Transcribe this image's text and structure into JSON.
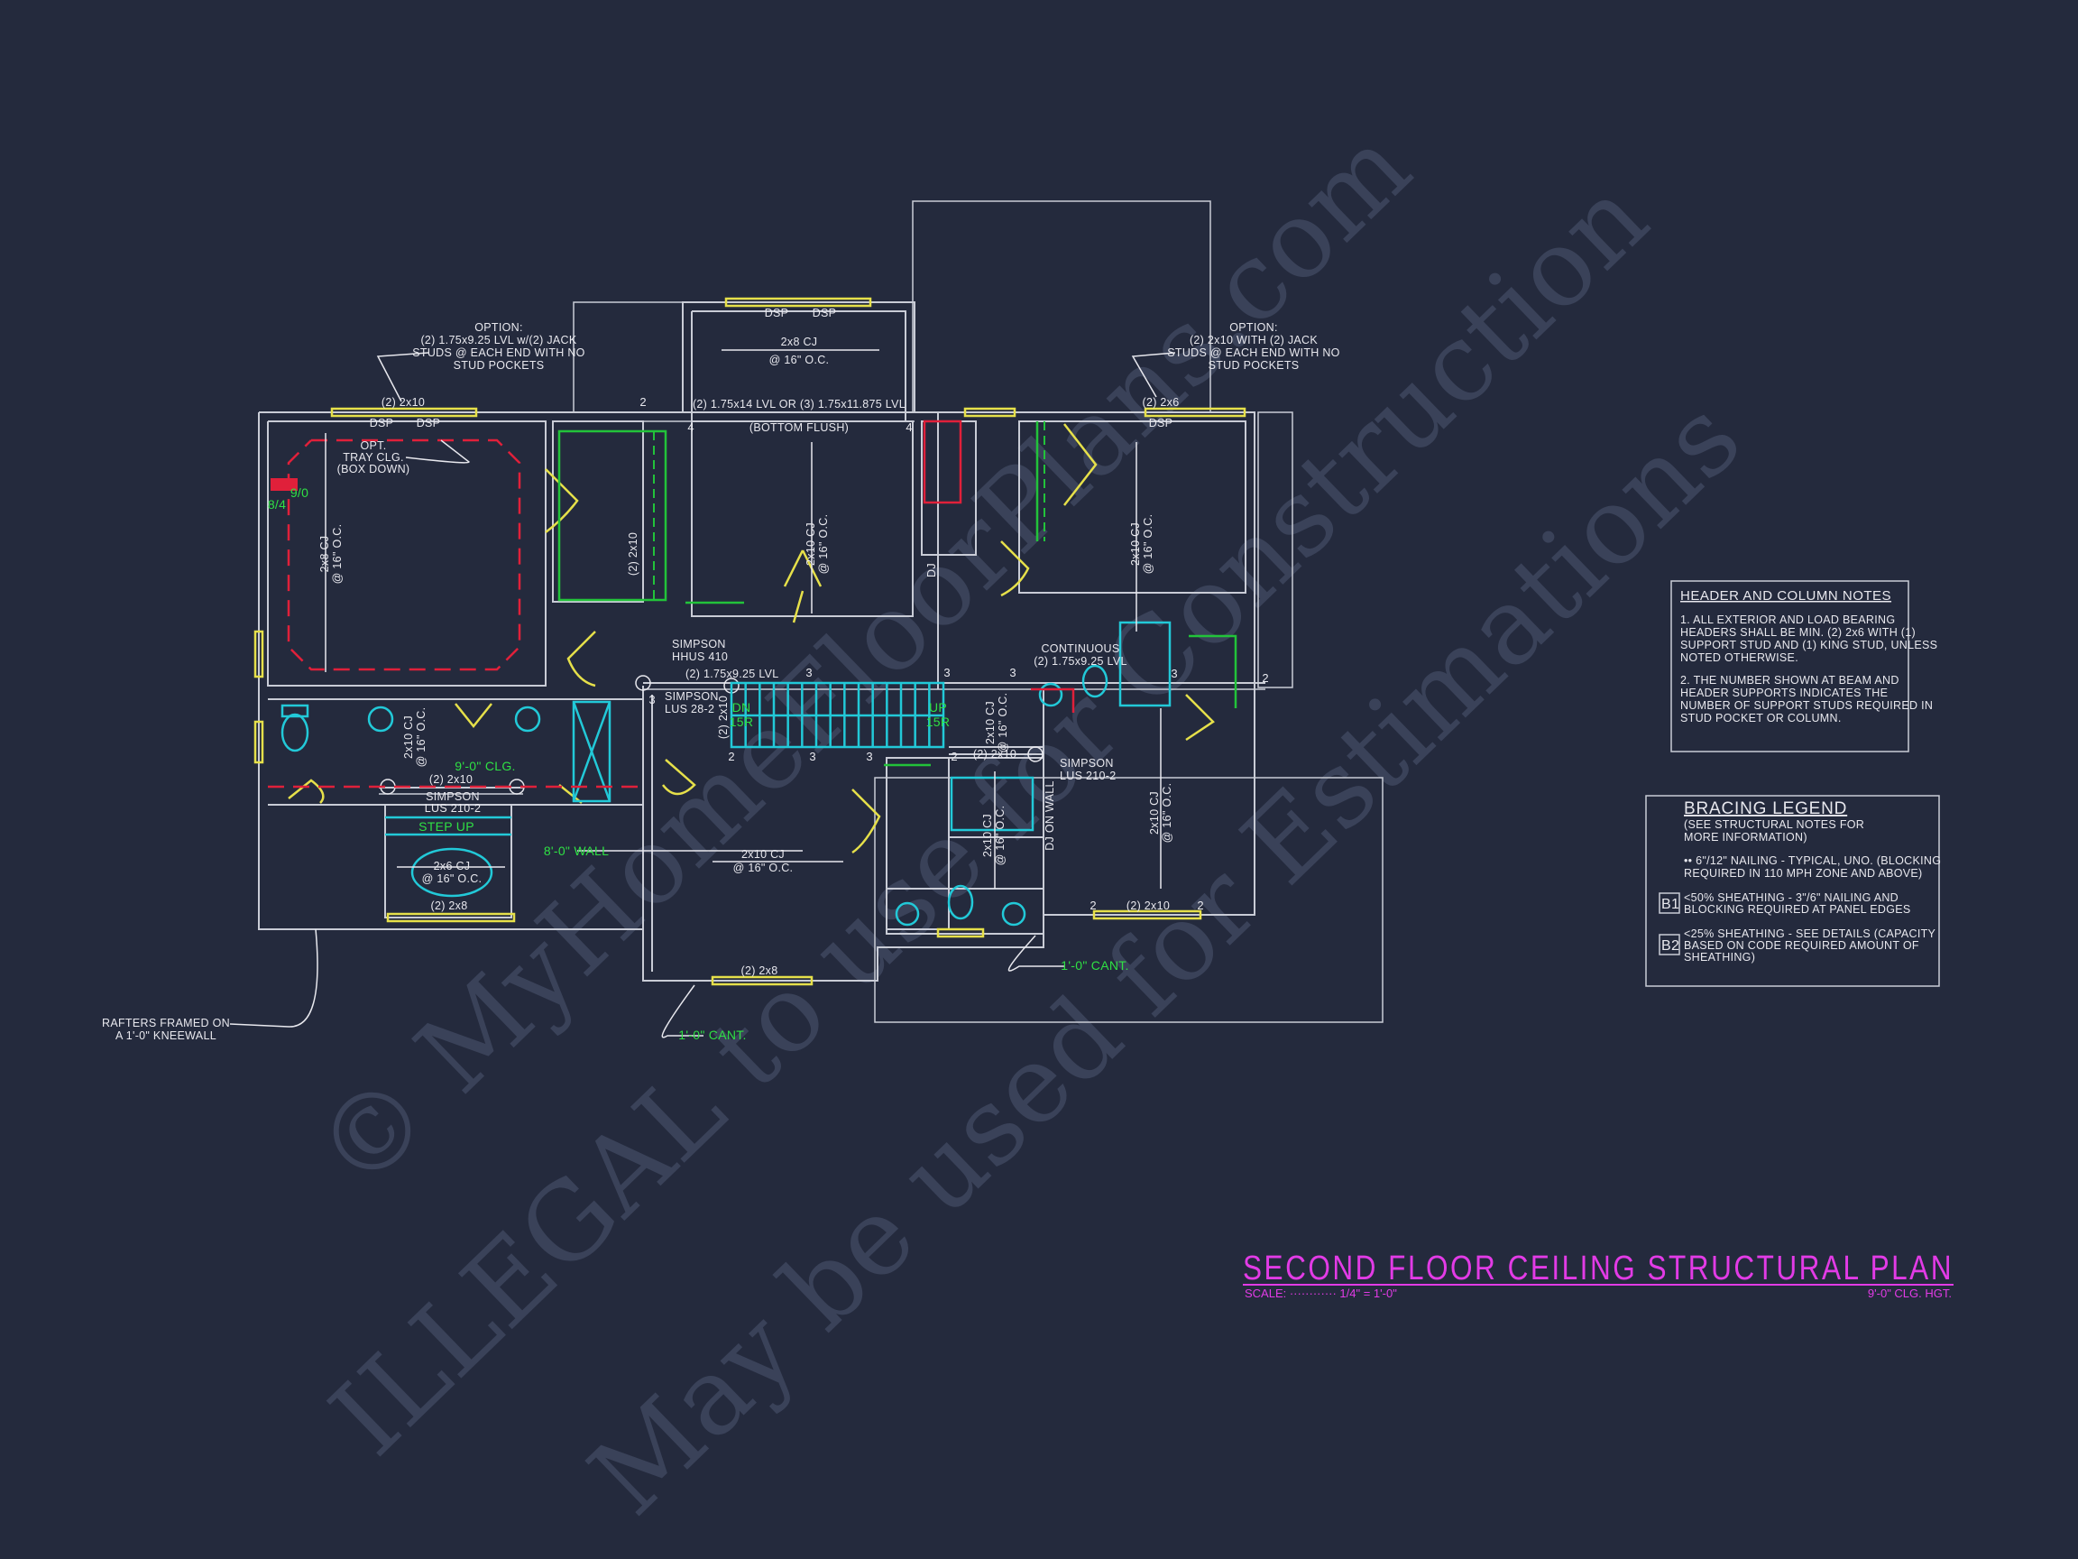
{
  "colors": {
    "background": "#242a3d",
    "walls": "#c9ccd6",
    "headers": "#e6e04a",
    "fixtures": "#22c9d8",
    "notes_green": "#2fe044",
    "tray_ceiling_red": "#e0203a",
    "title_magenta": "#e23be6",
    "watermark": "#3a4259"
  },
  "watermark": [
    "© MyHomeFloorPlans.com",
    "ILLEGAL to use for Construction",
    "May be used for Estimations"
  ],
  "title_block": {
    "title": "SECOND FLOOR CEILING STRUCTURAL PLAN",
    "scale": "SCALE: ············ 1/4\" = 1'-0\"",
    "ceiling_height": "9'-0\" CLG. HGT."
  },
  "header_notes": {
    "title": "HEADER AND COLUMN NOTES",
    "lines": [
      "1. ALL EXTERIOR AND LOAD BEARING",
      "HEADERS SHALL BE MIN. (2) 2x6 WITH (1)",
      "SUPPORT STUD AND (1) KING STUD, UNLESS",
      "NOTED OTHERWISE.",
      "2. THE NUMBER SHOWN AT BEAM AND",
      "HEADER SUPPORTS INDICATES THE",
      "NUMBER OF SUPPORT STUDS REQUIRED IN",
      "STUD POCKET OR COLUMN."
    ]
  },
  "bracing_legend": {
    "title": "BRACING LEGEND",
    "subtitle": [
      "(SEE STRUCTURAL NOTES FOR",
      "MORE INFORMATION)"
    ],
    "typical": [
      "•• 6\"/12\" NAILING - TYPICAL, UNO. (BLOCKING",
      "REQUIRED IN 110 MPH ZONE AND ABOVE)"
    ],
    "items": [
      {
        "tag": "B1",
        "lines": [
          "<50% SHEATHING - 3\"/6\" NAILING AND",
          "BLOCKING REQUIRED AT PANEL EDGES"
        ]
      },
      {
        "tag": "B2",
        "lines": [
          "<25% SHEATHING - SEE DETAILS (CAPACITY",
          "BASED ON CODE REQUIRED AMOUNT OF",
          "SHEATHING)"
        ]
      }
    ]
  },
  "labels": {
    "opt_left": [
      "OPTION:",
      "(2) 1.75x9.25 LVL w/(2) JACK",
      "STUDS @ EACH END WITH NO",
      "STUD POCKETS"
    ],
    "opt_right": [
      "OPTION:",
      "(2) 2x10 WITH (2) JACK",
      "STUDS @ EACH END WITH NO",
      "STUD POCKETS"
    ],
    "hdr_2x10": "(2) 2x10",
    "hdr_2x6": "(2) 2x6",
    "hdr_2x8": "(2) 2x8",
    "dsp": "DSP",
    "tray": [
      "OPT.",
      "TRAY CLG.",
      "(BOX DOWN)"
    ],
    "win_9_0": "9/0",
    "win_8_4": "8/4",
    "cj_2x8": "2x8 CJ",
    "cj_2x10": "2x10 CJ",
    "cj_2x6": "2x6 CJ",
    "oc16": "@ 16\" O.C.",
    "beam_main": "(2) 1.75x14 LVL OR (3) 1.75x11.875 LVL",
    "bottom_flush": "(BOTTOM FLUSH)",
    "dj": "DJ",
    "dj_on_wall": "DJ ON WALL",
    "simpson": "SIMPSON",
    "hhus": "HHUS 410",
    "lus28": "LUS 28-2",
    "lus210": "LUS 210-2",
    "lvl_925": "(2) 1.75x9.25 LVL",
    "continuous": "CONTINUOUS",
    "dn": "DN",
    "up": "UP",
    "risers": "15R",
    "clg_9_0": "9'-0\" CLG.",
    "step_up": "STEP UP",
    "wall_8_0": "8'-0\" WALL",
    "cant": "1'-0\" CANT.",
    "rafters": [
      "RAFTERS FRAMED ON",
      "A 1'-0\" KNEEWALL"
    ],
    "n2": "2",
    "n3": "3",
    "n4": "4"
  }
}
